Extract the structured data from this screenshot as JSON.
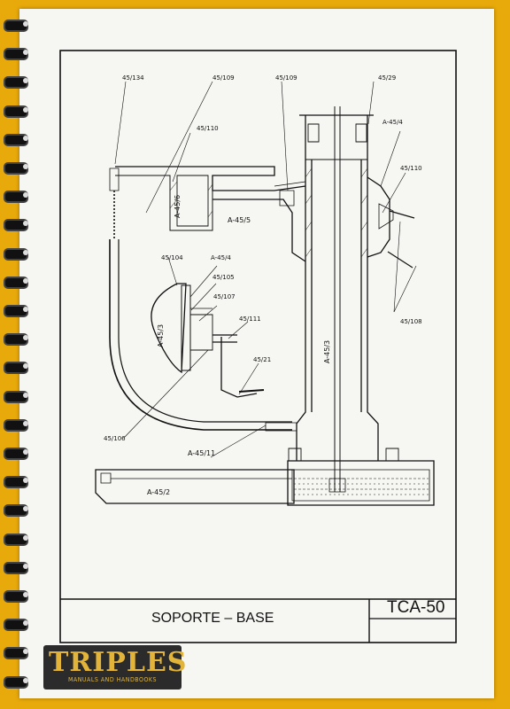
{
  "drawing": {
    "part_labels": [
      "45/134",
      "45/109",
      "45/109",
      "45/29",
      "A-45/4",
      "45/110",
      "45/110",
      "A-45/6",
      "A-45/5",
      "45/104",
      "A-45/4",
      "45/105",
      "45/107",
      "45/111",
      "A-45/3",
      "A-45/3",
      "45/21",
      "45/108",
      "45/106",
      "A-45/11",
      "A-45/2"
    ]
  },
  "title_block": {
    "title": "SOPORTE – BASE",
    "code": "TCA-50"
  },
  "logo": {
    "name": "TRIPLES",
    "tagline": "MANUALS AND HANDBOOKS"
  },
  "colors": {
    "background": "#e8a90a",
    "paper": "#f6f6f3",
    "logo_bg": "#2b2b2b",
    "logo_text": "#e2b53a"
  }
}
